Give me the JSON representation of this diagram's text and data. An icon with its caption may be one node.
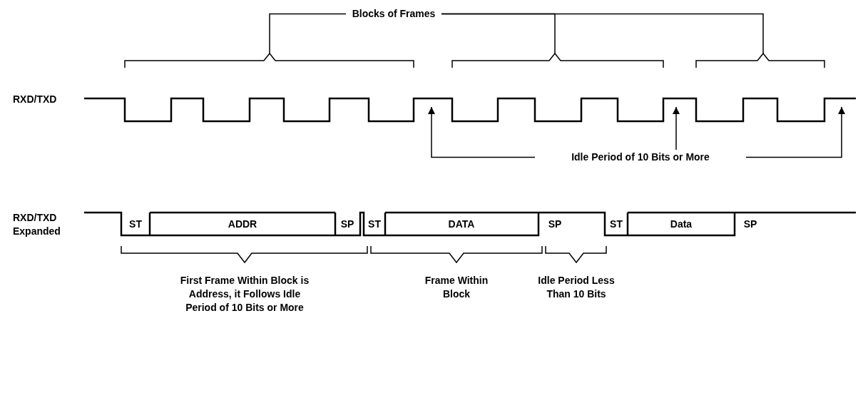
{
  "diagram": {
    "nodes": [
      {
        "text": [
          "Blocks of Frames"
        ]
      },
      {
        "text": [],
        "shape": "bracket"
      },
      {
        "text": [],
        "shape": "bracket"
      },
      {
        "text": [],
        "shape": "bracket"
      },
      {
        "text": [
          "Idle Period of 10 Bits or More"
        ]
      }
    ],
    "edges": [
      {
        "from": 0,
        "to": 1,
        "arrow": "none"
      },
      {
        "from": 0,
        "to": 2,
        "arrow": "none"
      },
      {
        "from": 0,
        "to": 3,
        "arrow": "none"
      },
      {
        "from": 4,
        "to": null,
        "arrow": "to"
      },
      {
        "from": 4,
        "to": null,
        "arrow": "to"
      },
      {
        "from": 4,
        "to": null,
        "arrow": "to"
      }
    ],
    "labels": [
      "RXD/TXD",
      "RXD/TXD Expanded",
      "ST",
      "ADDR",
      "SP",
      "ST",
      "DATA",
      "SP",
      "ST",
      "Data",
      "SP",
      "First Frame Within Block is Address, it Follows Idle Period of 10 Bits or More",
      "Frame Within Block",
      "Idle Period Less Than 10 Bits"
    ]
  }
}
